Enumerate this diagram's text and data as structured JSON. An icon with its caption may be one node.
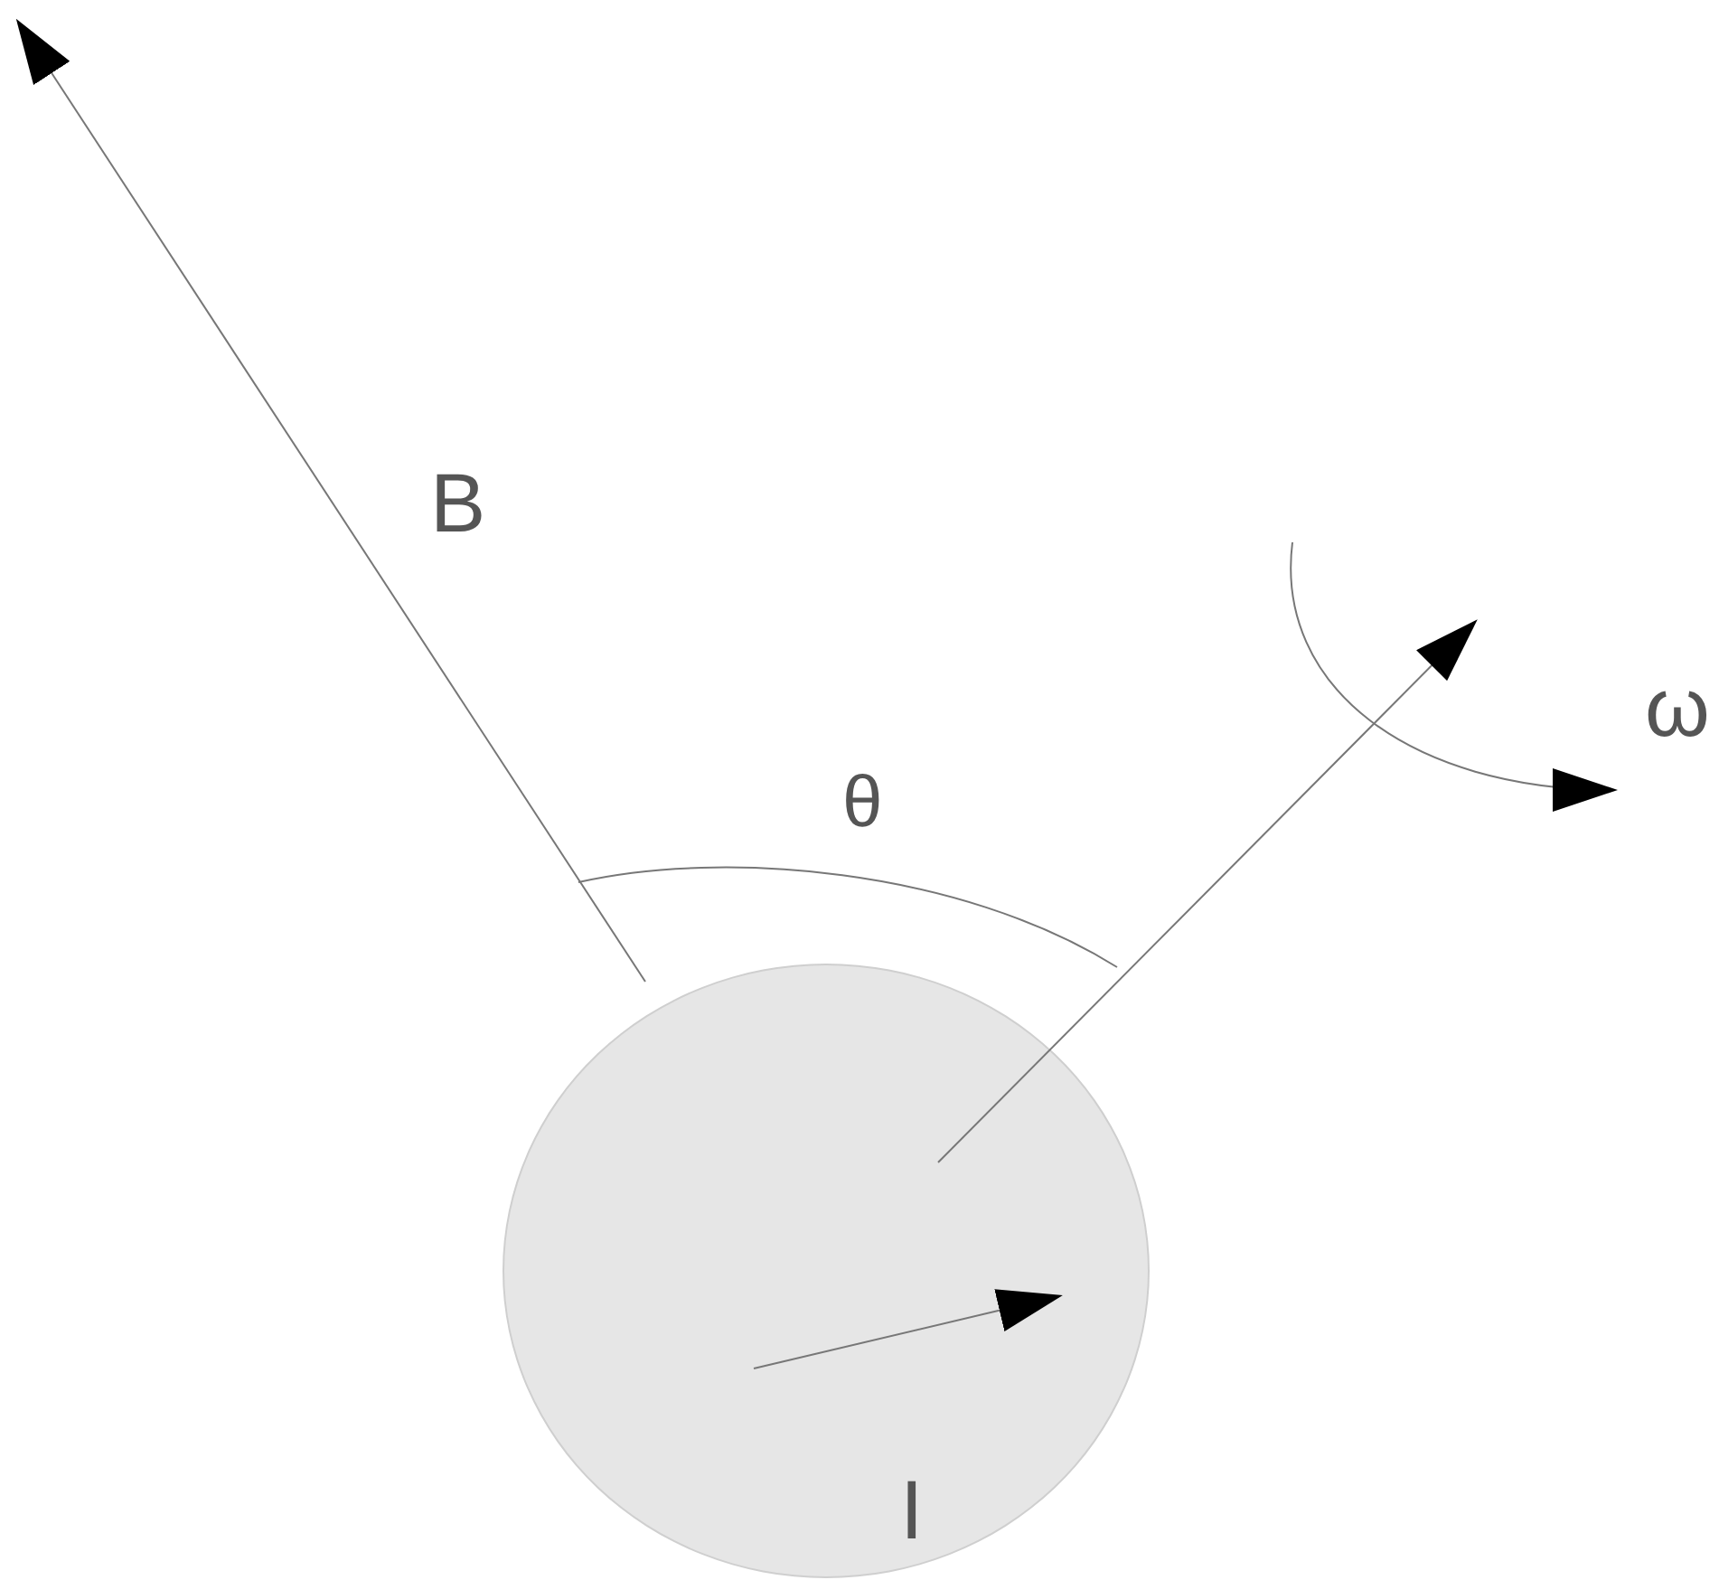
{
  "diagram": {
    "nodes": [
      {
        "text": [
          "I"
        ]
      }
    ],
    "labels": [
      "B",
      "θ",
      "ω"
    ]
  }
}
